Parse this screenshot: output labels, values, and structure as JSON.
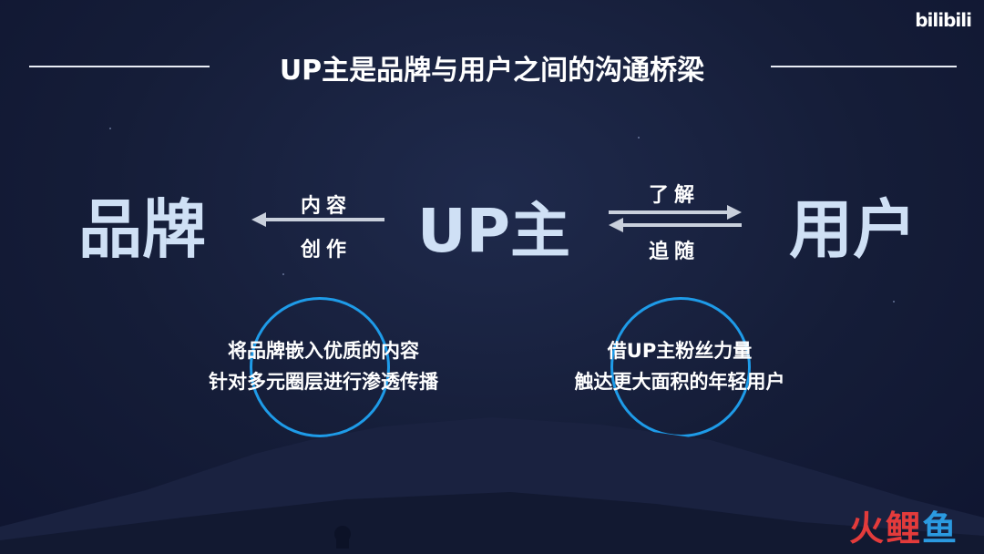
{
  "brand_logo": "bilibili",
  "title": "UP主是品牌与用户之间的沟通桥梁",
  "nodes": {
    "brand": "品牌",
    "up": "UP主",
    "user": "用户"
  },
  "edges": {
    "up_to_brand": {
      "top": "内容",
      "bottom": "创作"
    },
    "up_user": {
      "top": "了解",
      "bottom": "追随"
    }
  },
  "descriptions": {
    "left": {
      "line1": "将品牌嵌入优质的内容",
      "line2": "针对多元圈层进行渗透传播"
    },
    "right": {
      "line1": "借UP主粉丝力量",
      "line2": "触达更大面积的年轻用户"
    }
  },
  "watermark": {
    "c1": "火",
    "c2": "鲤",
    "c3": "鱼"
  },
  "colors": {
    "accent_circle": "#1e9be8",
    "node_text": "#cfe0f5",
    "arrow": "#c9d0dc",
    "background": "#151d38"
  }
}
